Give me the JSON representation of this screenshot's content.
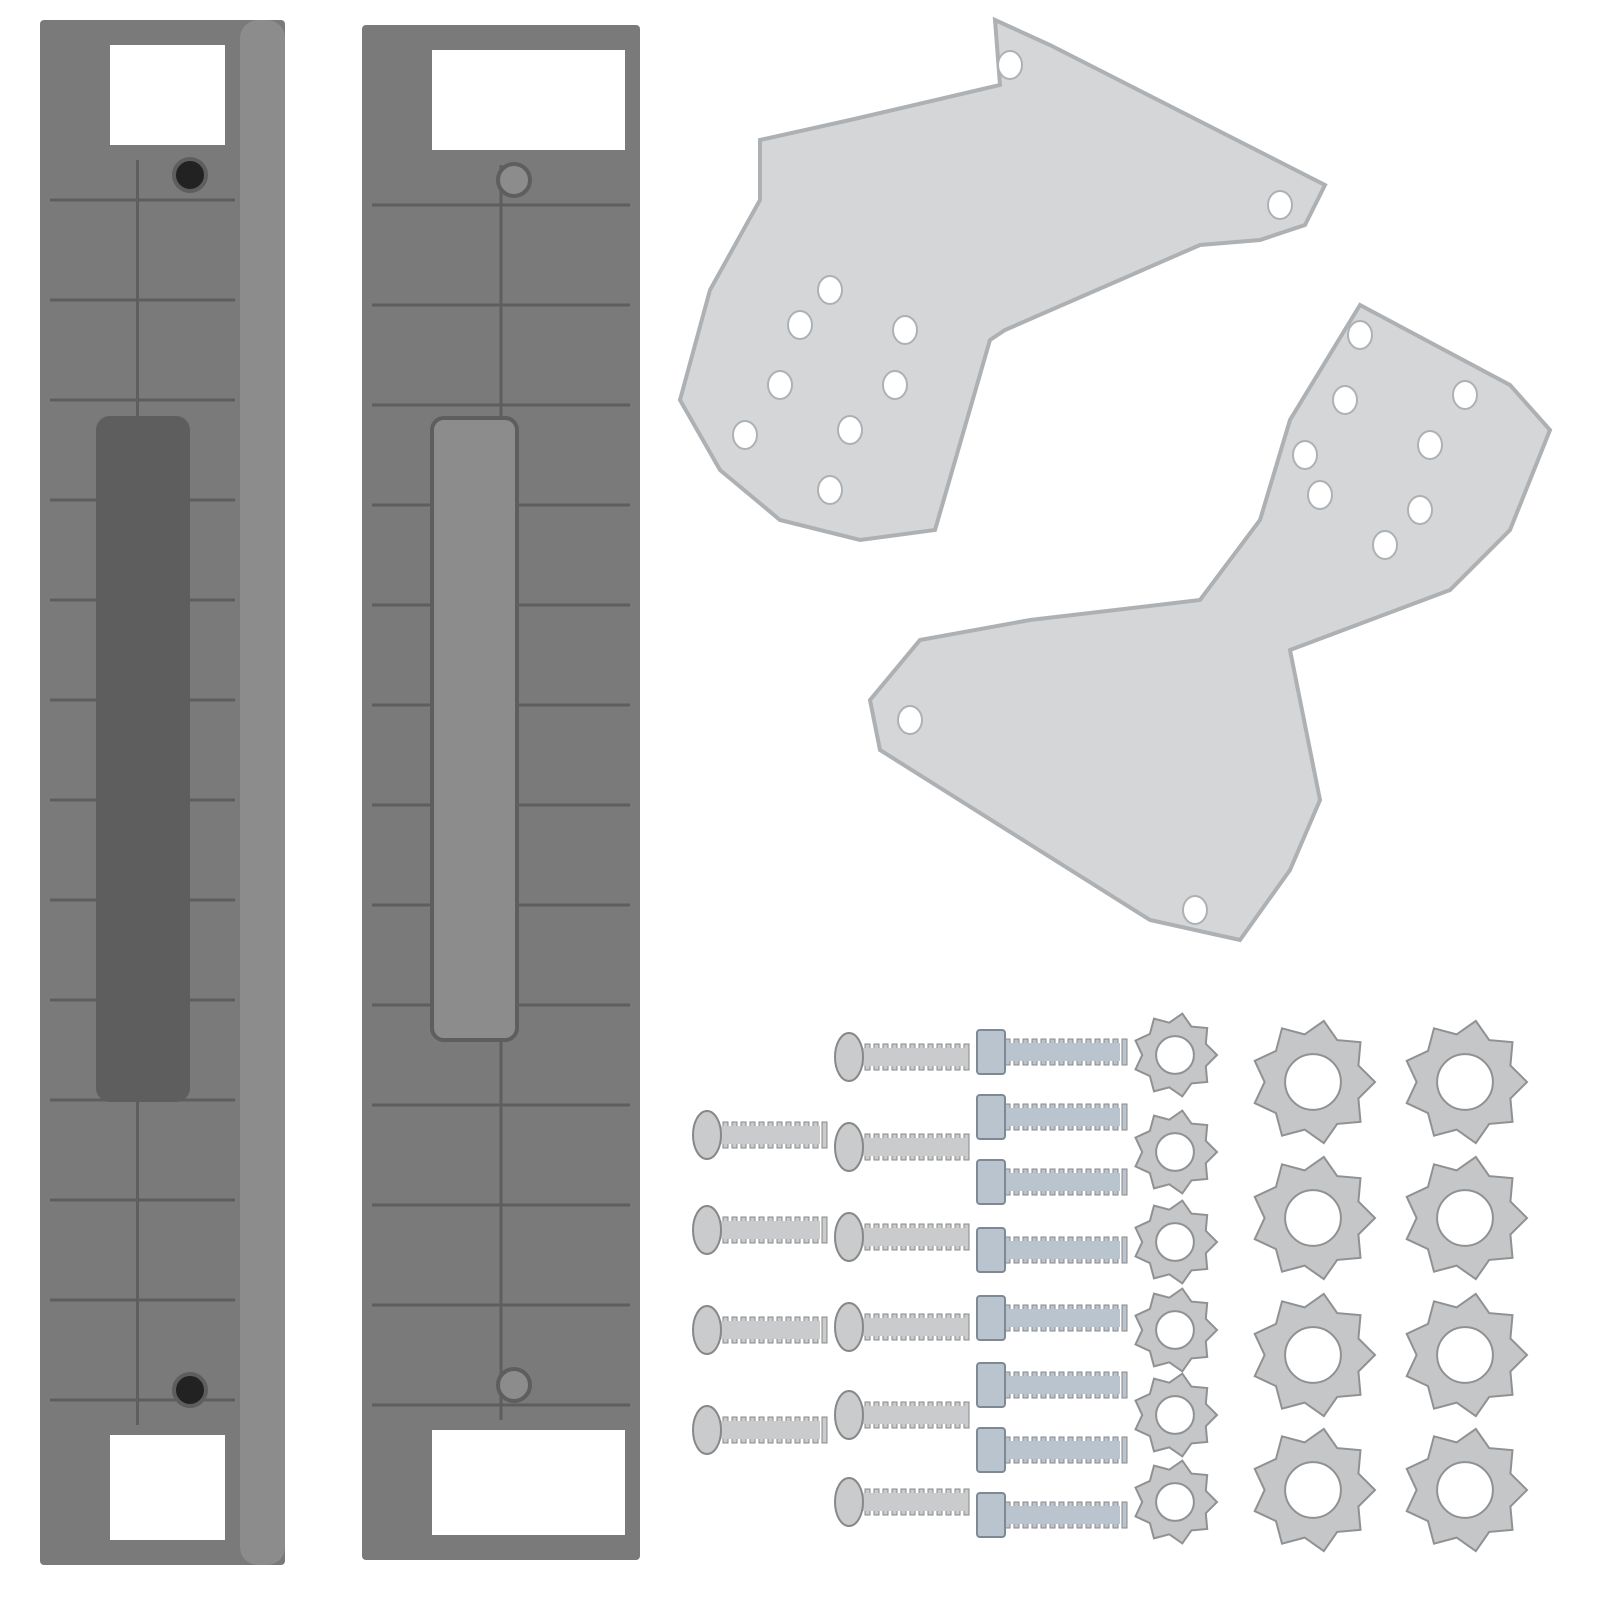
{
  "colors": {
    "background": "#ffffff",
    "plastic_bracket": "#7a7a7a",
    "plastic_bracket_dark": "#5e5e5e",
    "plastic_bracket_light": "#8c8c8c",
    "metal_bracket": "#d4d6d8",
    "metal_bracket_shade": "#aeb1b4",
    "screw": "#c9cbcd",
    "bolt": "#b9c4cf",
    "washer": "#c4c6c8"
  },
  "items": [
    {
      "name": "plastic-stacking-bracket",
      "icon": "bracket-icon"
    },
    {
      "name": "plastic-stacking-bracket",
      "icon": "bracket-icon"
    },
    {
      "name": "metal-mounting-bracket",
      "icon": "metal-plate-icon"
    },
    {
      "name": "metal-mounting-bracket",
      "icon": "metal-plate-icon"
    },
    {
      "name": "tapping-screws",
      "icon": "screw-icon"
    },
    {
      "name": "pan-head-screws",
      "icon": "screw-icon"
    },
    {
      "name": "hex-bolts",
      "icon": "bolt-icon"
    },
    {
      "name": "small-lock-washers",
      "icon": "washer-icon"
    },
    {
      "name": "large-lock-washers",
      "icon": "washer-icon"
    }
  ]
}
